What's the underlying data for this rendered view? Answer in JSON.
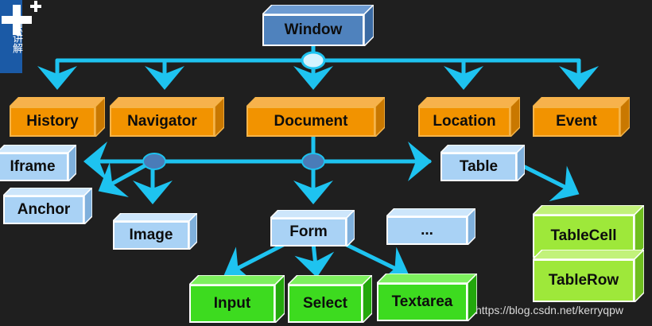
{
  "corner_tab": {
    "text": "识讲解"
  },
  "nodes": {
    "window": "Window",
    "history": "History",
    "navigator": "Navigator",
    "document": "Document",
    "location": "Location",
    "event": "Event",
    "iframe": "Iframe",
    "anchor": "Anchor",
    "image": "Image",
    "form": "Form",
    "ellipsis": "...",
    "table": "Table",
    "tablecell": "TableCell",
    "tablerow": "TableRow",
    "input": "Input",
    "select": "Select",
    "textarea": "Textarea"
  },
  "watermark": "https://blog.csdn.net/kerryqpw",
  "colors": {
    "connector": "#1ec3f0",
    "hub_light": "#d4f3ff",
    "hub_dark": "#4a7cb8",
    "orange": "#f29300",
    "light_blue": "#a9d2f5",
    "navy": "#4f82bd",
    "green": "#3ddb1f",
    "lime": "#9ee83a"
  }
}
